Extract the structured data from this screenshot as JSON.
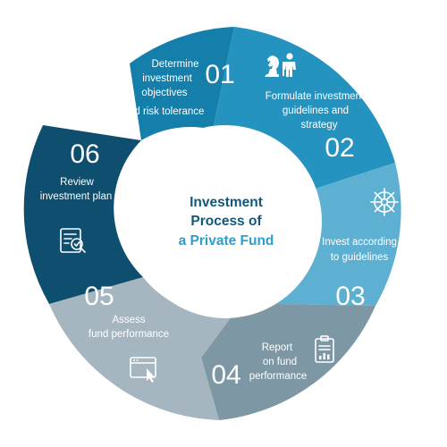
{
  "center": {
    "line1": "Investment",
    "line2": "Process of",
    "line3": "a Private Fund"
  },
  "colors": {
    "step1": "#157fab",
    "step2": "#2593bf",
    "step3": "#5eb0d3",
    "step4": "#7e97a5",
    "step5": "#a6b6c1",
    "step6": "#0e4e6f",
    "center_dark": "#12587a",
    "center_accent": "#2a9fd0"
  },
  "steps": [
    {
      "number": "01",
      "lines": [
        "Determine",
        "investment",
        "objectives",
        "and risk tolerance"
      ],
      "icon": "checklist-icon"
    },
    {
      "number": "02",
      "lines": [
        "Formulate investment",
        "guidelines and",
        "strategy"
      ],
      "icon": "chess-knight-person-icon"
    },
    {
      "number": "03",
      "lines": [
        "Invest according",
        "to guidelines"
      ],
      "icon": "ship-wheel-icon"
    },
    {
      "number": "04",
      "lines": [
        "Report",
        "on fund",
        "performance"
      ],
      "icon": "report-chart-icon"
    },
    {
      "number": "05",
      "lines": [
        "Assess",
        "fund performance"
      ],
      "icon": "browser-click-icon"
    },
    {
      "number": "06",
      "lines": [
        "Review",
        "investment plan"
      ],
      "icon": "document-magnifier-icon"
    }
  ]
}
